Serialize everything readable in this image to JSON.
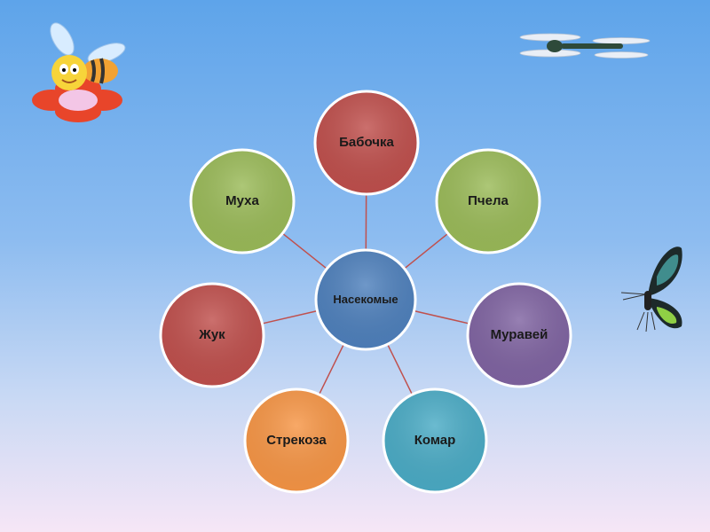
{
  "center": {
    "label": "Насекомые",
    "color": "#4f81bd"
  },
  "nodes": [
    {
      "id": "babochka",
      "label": "Бабочка",
      "color": "#c0504d"
    },
    {
      "id": "pchela",
      "label": "Пчела",
      "color": "#9bbb59"
    },
    {
      "id": "muravey",
      "label": "Муравей",
      "color": "#8064a2"
    },
    {
      "id": "komar",
      "label": "Комар",
      "color": "#4bacc6"
    },
    {
      "id": "strekoza",
      "label": "Стрекоза",
      "color": "#f79646"
    },
    {
      "id": "zhuk",
      "label": "Жук",
      "color": "#c0504d"
    },
    {
      "id": "mukha",
      "label": "Муха",
      "color": "#9bbb59"
    }
  ],
  "connector_color": "#c0504d",
  "decorations": [
    "bee-flower-icon",
    "dragonfly-icon",
    "butterfly-icon"
  ]
}
